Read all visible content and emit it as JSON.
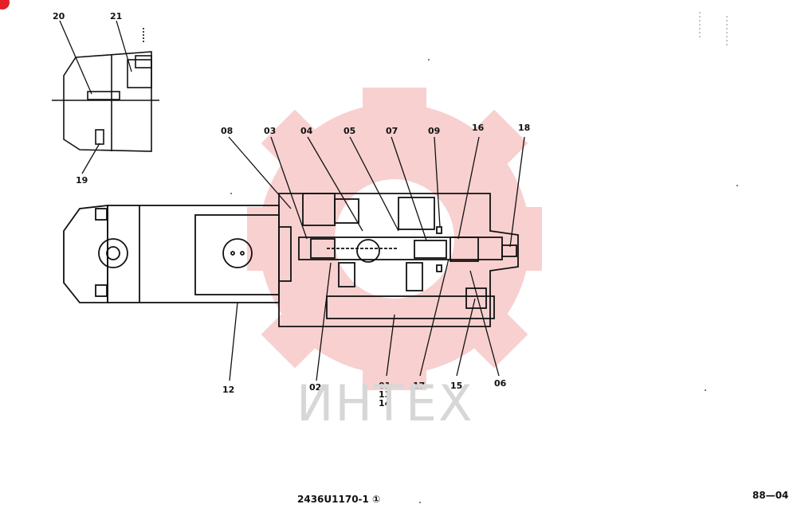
{
  "drawing": {
    "part_labels": [
      "20",
      "21",
      "19",
      "08",
      "03",
      "04",
      "05",
      "07",
      "09",
      "16",
      "18",
      "12",
      "02",
      "01",
      "13",
      "14",
      "17",
      "15",
      "06"
    ],
    "drawing_number": "2436U1170-1 ①",
    "page_number": "88—04"
  },
  "watermark": {
    "text": "ИНТЕХ",
    "gear_color": "#f7c8c8",
    "text_color": "#d7d7d7"
  },
  "corner_badge_color": "#e3202a"
}
